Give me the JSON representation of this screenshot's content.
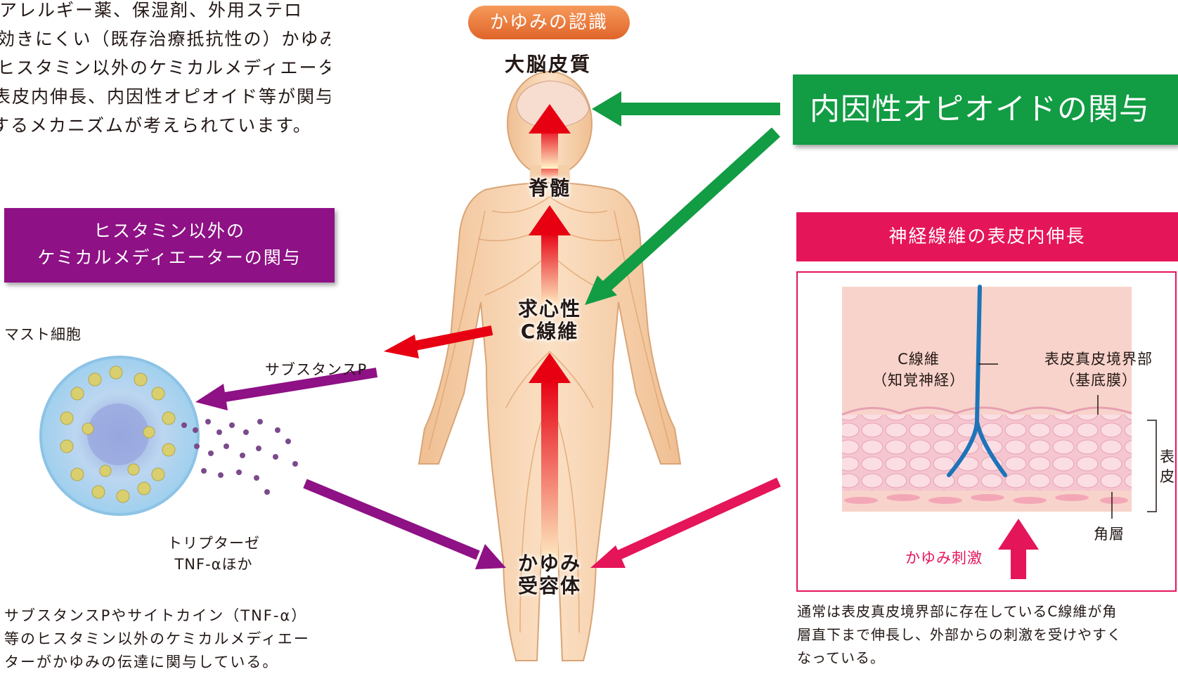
{
  "intro_lines": [
    "抗アレルギー薬、保湿剤、外用ステロ",
    "効きにくい（既存治療抵抗性の）かゆみの",
    "ヒスタミン以外のケミカルメディエーター、",
    "表皮内伸長、内因性オピオイド等が関与",
    "するメカニズムが考えられています。"
  ],
  "center": {
    "pill": "かゆみの認識",
    "brain": "大脳皮質",
    "spine": "脊髄",
    "cfiber_line1": "求心性",
    "cfiber_line2": "C線維",
    "receptor_line1": "かゆみ",
    "receptor_line2": "受容体"
  },
  "opioid_box": "内因性オピオイドの関与",
  "left_panel": {
    "title_line1": "ヒスタミン以外の",
    "title_line2": "ケミカルメディエーターの関与",
    "mast_cell": "マスト細胞",
    "substance_p": "サブスタンスP",
    "tryptase_line1": "トリプターゼ",
    "tryptase_line2": "TNF-αほか",
    "desc_lines": [
      "サブスタンスPやサイトカイン（TNF-α）",
      "等のヒスタミン以外のケミカルメディエー",
      "ターがかゆみの伝達に関与している。"
    ]
  },
  "right_panel": {
    "title": "神経線維の表皮内伸長",
    "cfiber_line1": "C線維",
    "cfiber_line2": "（知覚神経）",
    "boundary_line1": "表皮真皮境界部",
    "boundary_line2": "（基底膜）",
    "epidermis_char1": "表",
    "epidermis_char2": "皮",
    "horny_layer": "角層",
    "itch_stimulus": "かゆみ刺激",
    "desc_lines": [
      "通常は表皮真皮境界部に存在しているC線維が角",
      "層直下まで伸長し、外部からの刺激を受けやすく",
      "なっている。"
    ]
  },
  "colors": {
    "green": "#129c43",
    "purple": "#8e1185",
    "pink": "#e5155a",
    "red": "#e60012",
    "orange": "#e8732f",
    "skin": "#f2c9a0"
  }
}
